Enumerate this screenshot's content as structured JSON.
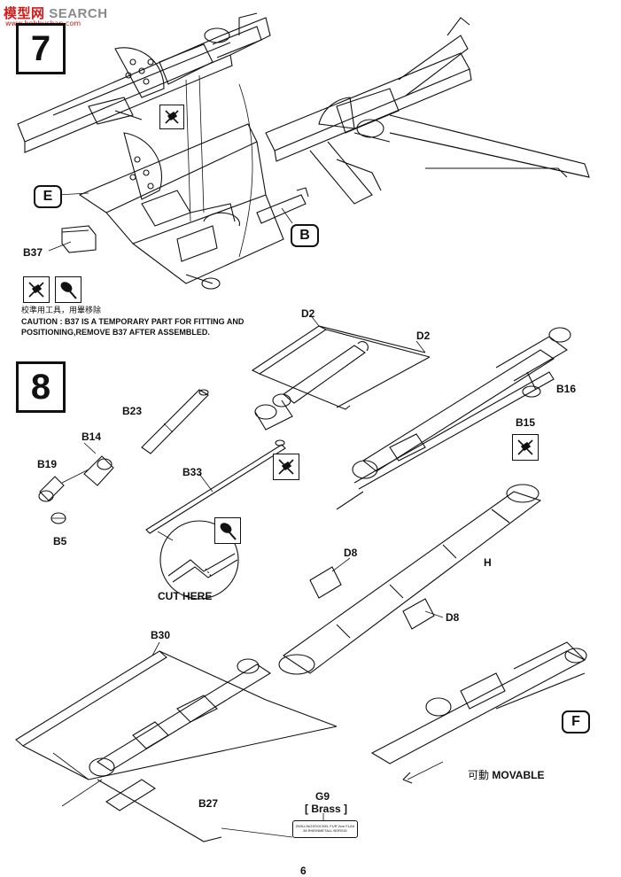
{
  "watermark": {
    "brand_a": "模型网",
    "brand_b": "SEARCH",
    "url": "www.hobbyshan.com"
  },
  "steps": {
    "step7": "7",
    "step8": "8"
  },
  "sub_assembly_tags": {
    "e": "E",
    "b": "B",
    "f": "F"
  },
  "part_labels": {
    "b37": "B37",
    "d2_left": "D2",
    "d2_right": "D2",
    "b16": "B16",
    "b15": "B15",
    "b23": "B23",
    "b14": "B14",
    "b19": "B19",
    "b5": "B5",
    "b33": "B33",
    "d8_top": "D8",
    "d8_bottom": "D8",
    "h": "H",
    "b30": "B30",
    "b27": "B27",
    "g9": "G9",
    "brass": "[ Brass ]"
  },
  "caution": {
    "chinese": "校準用工具，用畢移除",
    "line1": "CAUTION : B37 IS A TEMPORARY PART FOR FITTING AND",
    "line2": "POSITIONING,REMOVE B37 AFTER ASSEMBLED."
  },
  "cut_here": "CUT HERE",
  "movable": {
    "chinese": "可動",
    "english": "MOVABLE"
  },
  "plate_text": "ZWILLINGSSOCKEL  FUR 2cm  FLAK 38  RHEINMETALL BORSIG",
  "page_number": "6",
  "icons": [
    "do-not-glue-icon",
    "cement-icon",
    "cutter-icon"
  ]
}
